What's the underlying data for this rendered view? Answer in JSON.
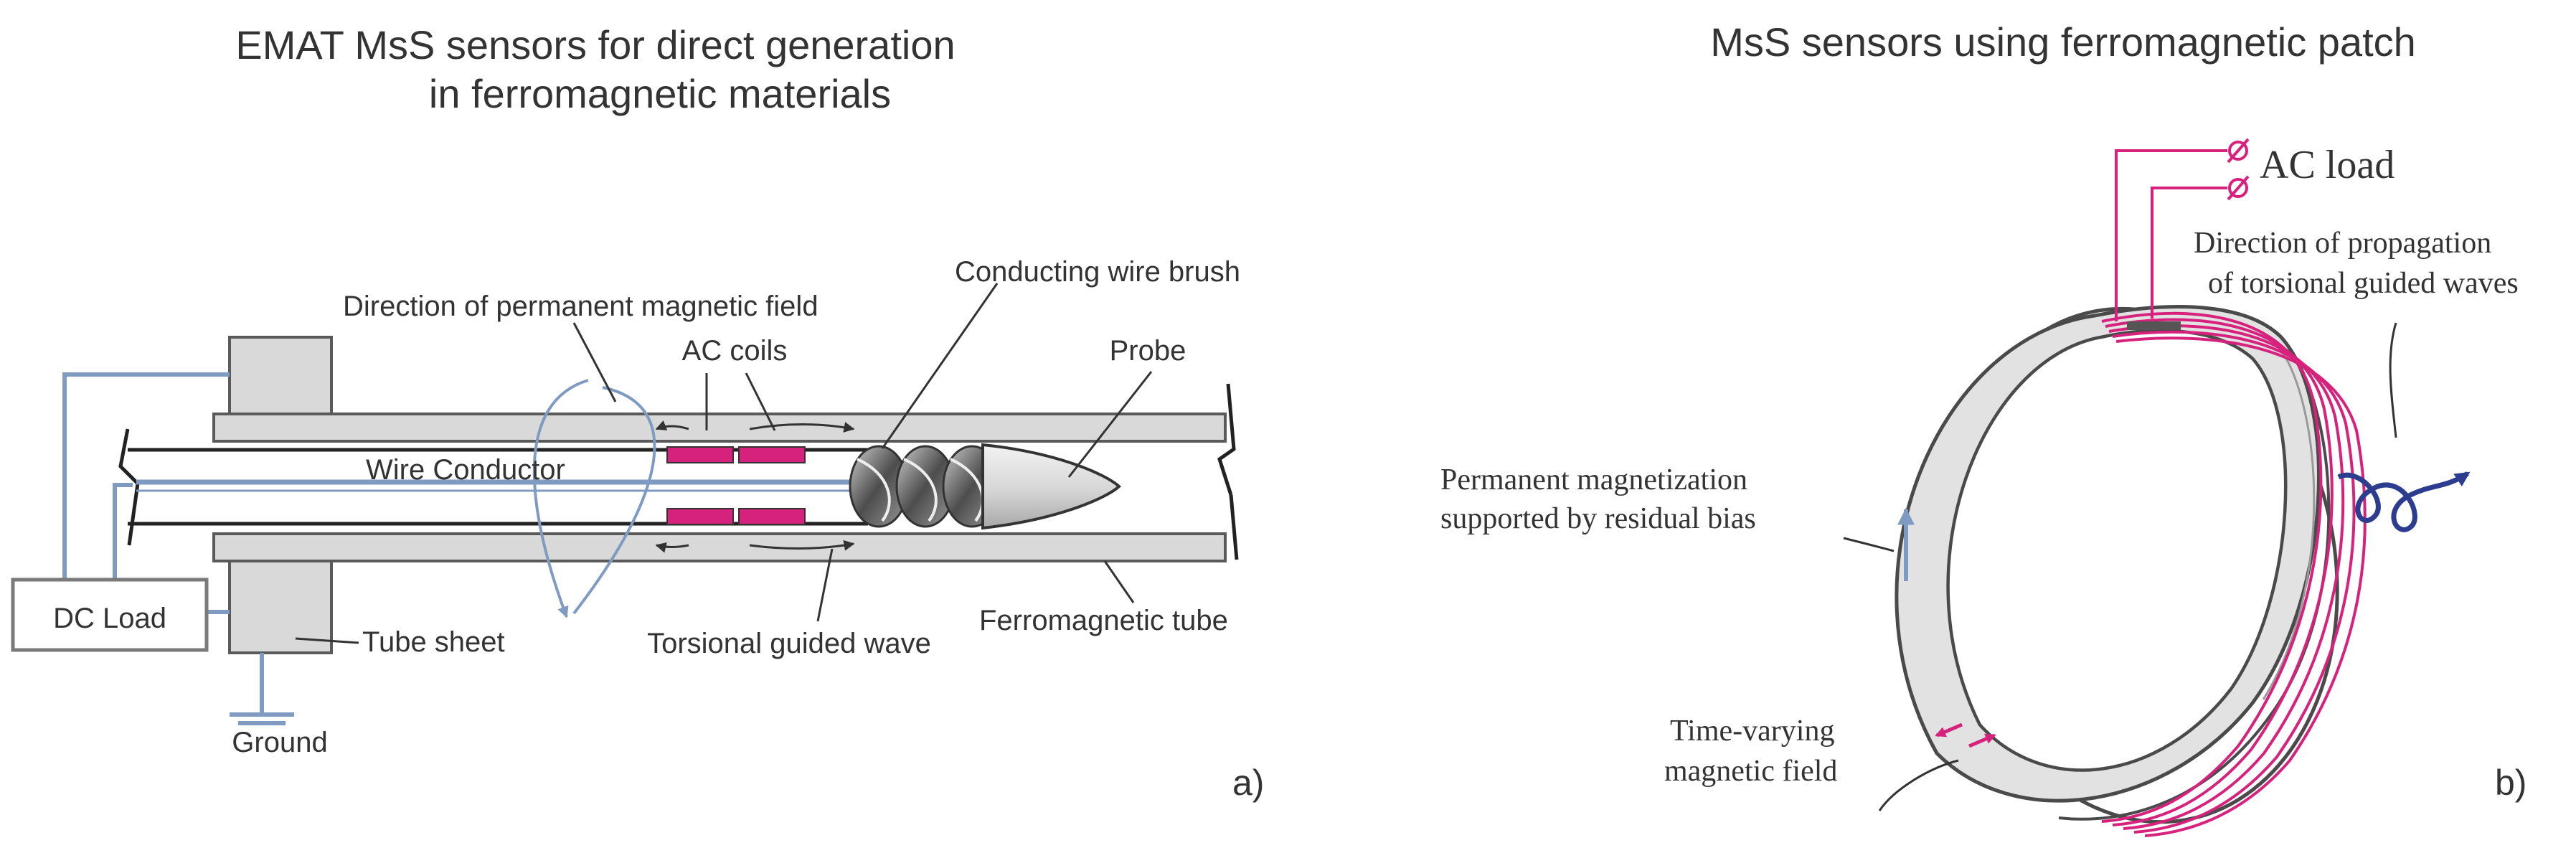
{
  "colors": {
    "tube_fill": "#d9d9d9",
    "tube_stroke": "#5a5a5a",
    "wire_blue": "#7f9bc2",
    "coil_magenta": "#d6227d",
    "ring_fill": "#e2e2e2",
    "ring_stroke": "#4a4a4a",
    "wave_navy": "#2c3d8f",
    "text": "#333333"
  },
  "panel_a": {
    "title_line1": "EMAT MsS sensors for direct generation",
    "title_line2": "in ferromagnetic materials",
    "label_direction_field": "Direction of permanent magnetic field",
    "label_conducting_brush": "Conducting wire brush",
    "label_ac_coils": "AC coils",
    "label_probe": "Probe",
    "label_wire_conductor": "Wire Conductor",
    "label_dc_load": "DC Load",
    "label_tube_sheet": "Tube sheet",
    "label_ground": "Ground",
    "label_torsional_wave": "Torsional guided wave",
    "label_ferro_tube": "Ferromagnetic tube",
    "panel_letter": "a)"
  },
  "panel_b": {
    "title": "MsS sensors using ferromagnetic patch",
    "label_ac_load": "AC load",
    "label_propagation_line1": "Direction of propagation",
    "label_propagation_line2": "of torsional guided waves",
    "label_permanent_line1": "Permanent magnetization",
    "label_permanent_line2": "supported by residual bias",
    "label_timevarying_line1": "Time-varying",
    "label_timevarying_line2": "magnetic field",
    "panel_letter": "b)"
  }
}
